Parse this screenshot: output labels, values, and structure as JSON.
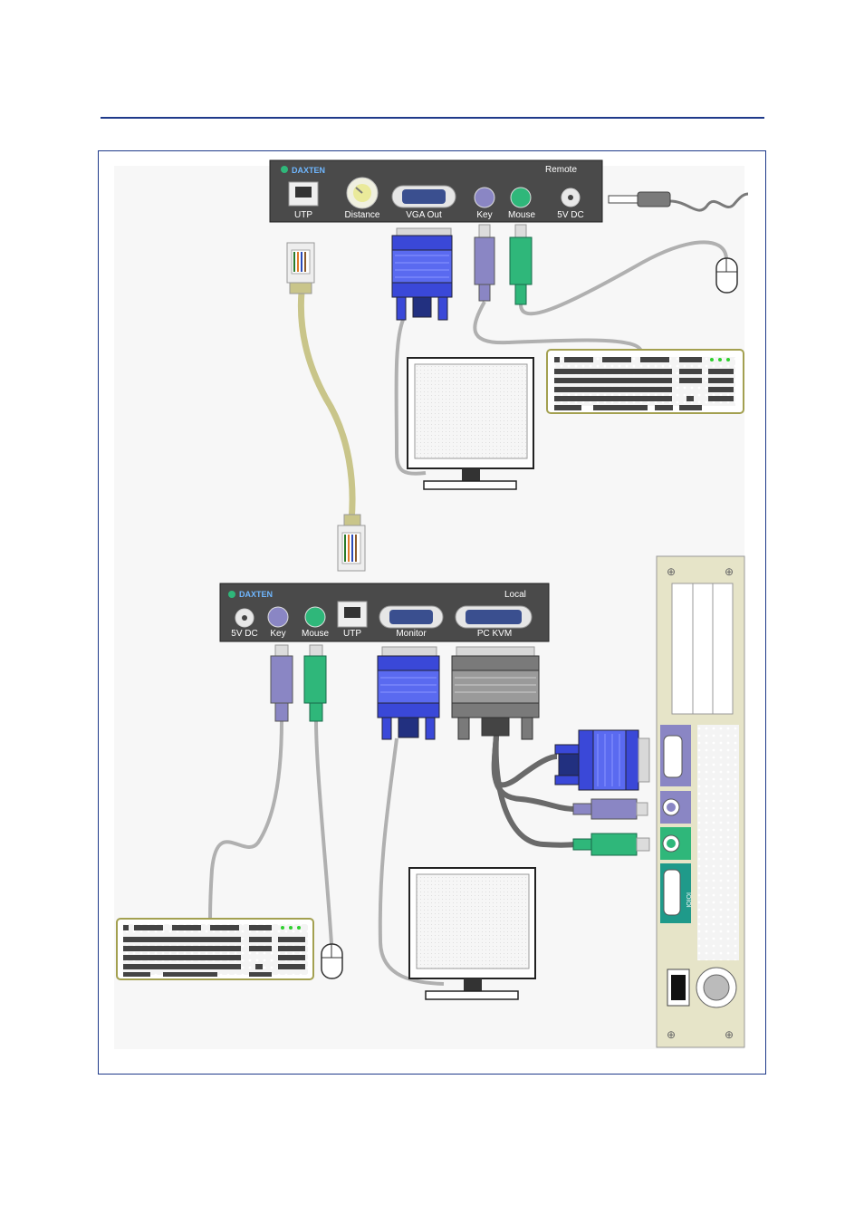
{
  "remote_unit": {
    "brand": "DAXTEN",
    "title": "Remote",
    "ports": {
      "utp": "UTP",
      "distance": "Distance",
      "vga_out": "VGA Out",
      "key": "Key",
      "mouse": "Mouse",
      "power": "5V DC"
    }
  },
  "local_unit": {
    "brand": "DAXTEN",
    "title": "Local",
    "ports": {
      "power": "5V DC",
      "key": "Key",
      "mouse": "Mouse",
      "utp": "UTP",
      "monitor": "Monitor",
      "pc_kvm": "PC KVM"
    }
  },
  "pc_tower": {
    "serial_label": "IOIOI"
  },
  "colors": {
    "rule": "#1f3a8a",
    "vga_blue": "#3a48d8",
    "ps2_purple": "#8a86c4",
    "ps2_green": "#2fb77a",
    "utp_cable": "#c9c58a",
    "unit_body": "#4a4a4a"
  }
}
